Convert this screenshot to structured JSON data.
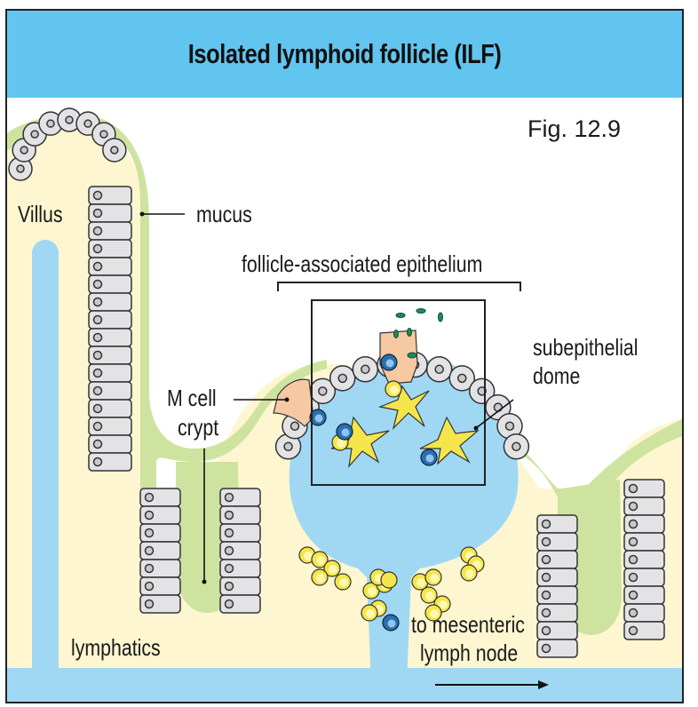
{
  "header": {
    "title": "Isolated lymphoid follicle (ILF)"
  },
  "figure_number": "Fig. 12.9",
  "labels": {
    "villus": "Villus",
    "mucus": "mucus",
    "follicle_associated_epithelium": "follicle-associated epithelium",
    "subepithelial_dome_line1": "subepithelial",
    "subepithelial_dome_line2": "dome",
    "m_cell": "M cell",
    "crypt": "crypt",
    "lymphatics": "lymphatics",
    "to_mesenteric_line1": "to mesenteric",
    "to_mesenteric_line2": "lymph node"
  },
  "colors": {
    "header_bg": "#62c5ef",
    "lamina_propria": "#fdf6d0",
    "mucus": "#cfe3a0",
    "lymph": "#a0d8f4",
    "epithelial_cell": "#e3e3e5",
    "m_cell": "#f6c9a2",
    "lymphocyte_yellow": "#f4e64a",
    "lymphocyte_blue": "#2a6fb0",
    "dendritic_cell": "#f4e64a",
    "bacteria": "#1f8a5c"
  }
}
